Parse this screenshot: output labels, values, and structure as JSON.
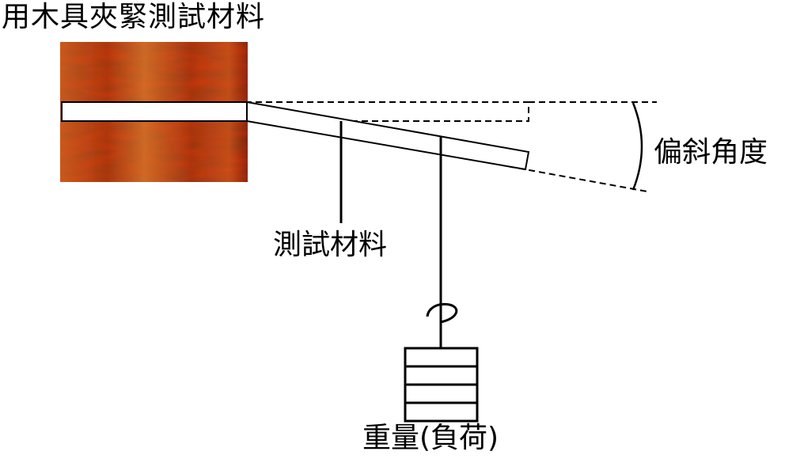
{
  "labels": {
    "title": "用木具夾緊測試材料",
    "deflection_angle": "偏斜角度",
    "test_material": "測試材料",
    "weight_load": "重量(負荷)"
  },
  "colors": {
    "wood_dark": "#7a2a0c",
    "wood_mid": "#a8461a",
    "wood_light": "#c8702e",
    "line": "#000000",
    "background": "#ffffff"
  }
}
